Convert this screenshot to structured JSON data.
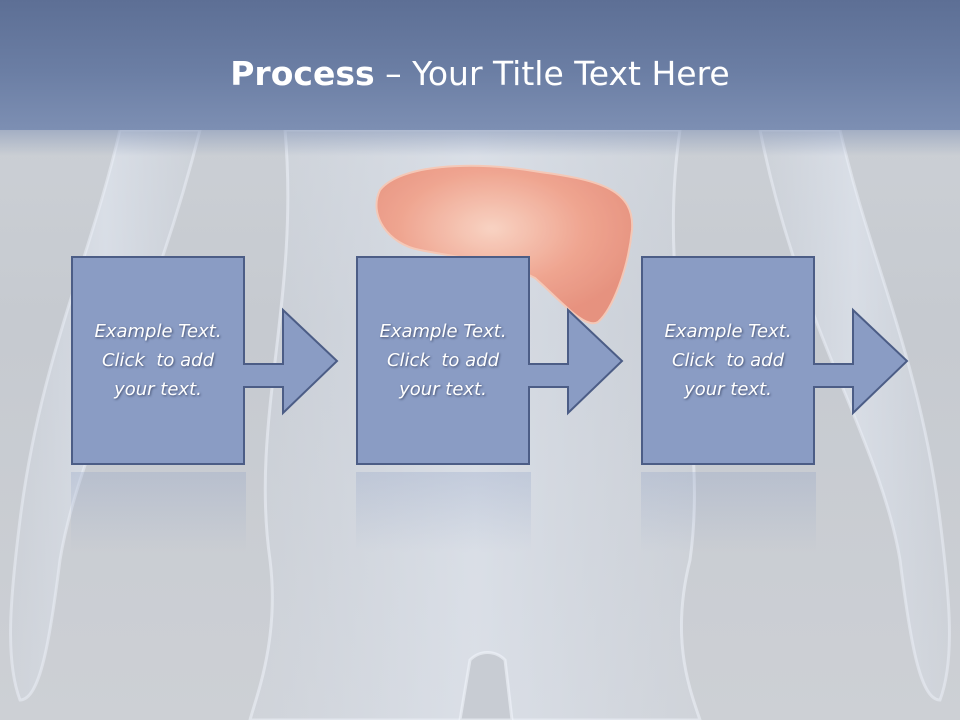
{
  "title": {
    "bold": "Process",
    "rest": " – Your Title Text Here"
  },
  "steps": [
    {
      "line1": "Example Text.",
      "line2": "Click  to add",
      "line3": "your text."
    },
    {
      "line1": "Example Text.",
      "line2": "Click  to add",
      "line3": "your text."
    },
    {
      "line1": "Example Text.",
      "line2": "Click  to add",
      "line3": "your text."
    }
  ],
  "colors": {
    "title_bar": "#6b7ea4",
    "box_fill": "#8a9cc4",
    "box_border": "#4c5d86",
    "organ": "#f2a18a"
  },
  "background_image": "semi-transparent human torso anatomy illustration with highlighted liver"
}
